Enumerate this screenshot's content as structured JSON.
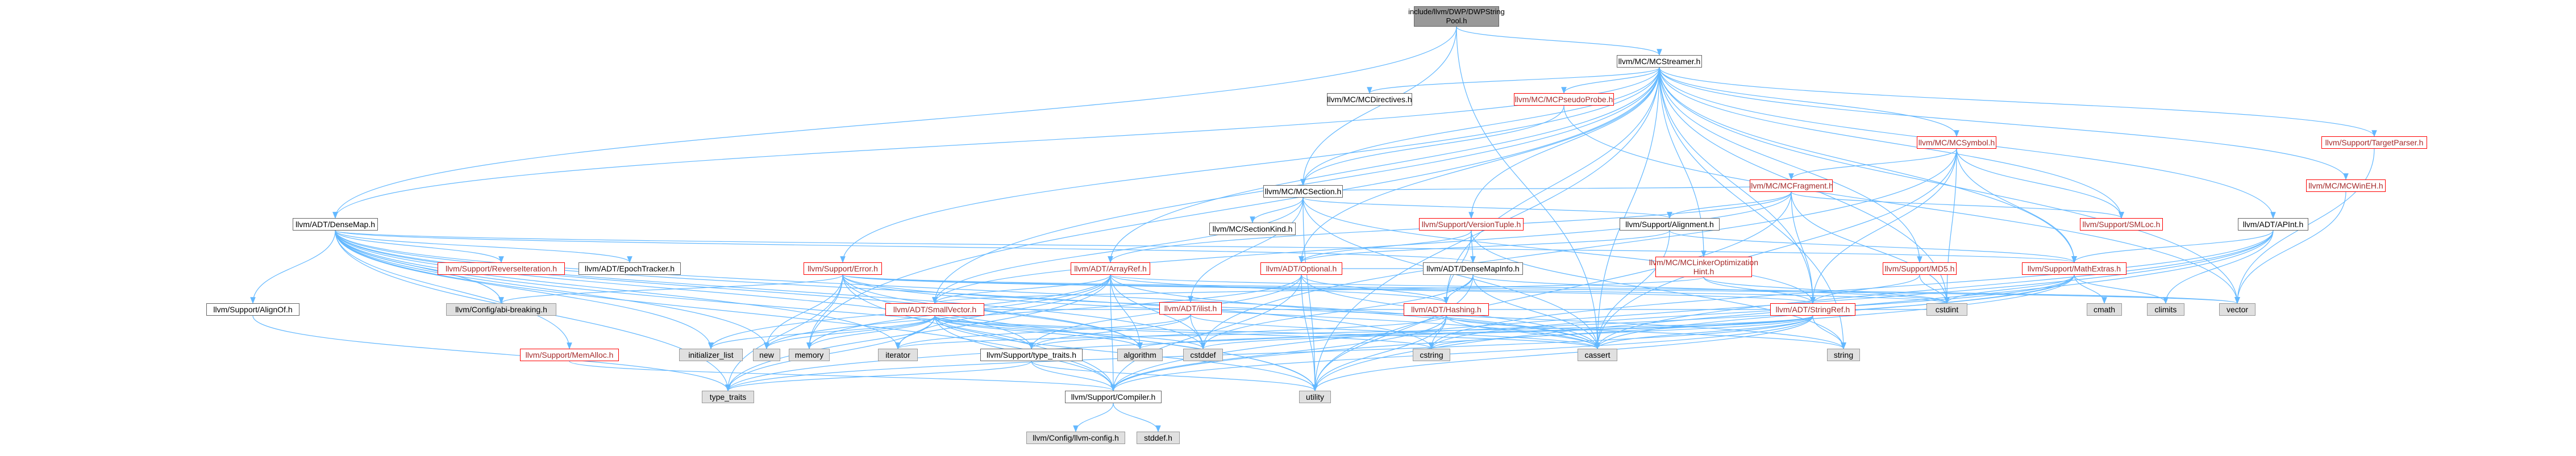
{
  "colors": {
    "edge": "#63b8ff",
    "edge_gray": "#999999",
    "box_border": "#666666",
    "red_border": "#ff0000",
    "red_text": "#a52a2a",
    "gray_fill": "#e0e0e0",
    "root_fill": "#999999"
  },
  "nodes": [
    {
      "id": "root",
      "label": "include/llvm/DWP/DWPString\nPool.h",
      "kind": "root"
    },
    {
      "id": "mcstreamer",
      "label": "llvm/MC/MCStreamer.h",
      "kind": "normal"
    },
    {
      "id": "densemap",
      "label": "llvm/ADT/DenseMap.h",
      "kind": "normal"
    },
    {
      "id": "mcsection",
      "label": "llvm/MC/MCSection.h",
      "kind": "normal"
    },
    {
      "id": "mcdirectives",
      "label": "llvm/MC/MCDirectives.h",
      "kind": "normal"
    },
    {
      "id": "mcpseudoprobe",
      "label": "llvm/MC/MCPseudoProbe.h",
      "kind": "red"
    },
    {
      "id": "mcsymbol",
      "label": "llvm/MC/MCSymbol.h",
      "kind": "red"
    },
    {
      "id": "targetparser",
      "label": "llvm/Support/TargetParser.h",
      "kind": "red"
    },
    {
      "id": "mcwinEH",
      "label": "llvm/MC/MCWinEH.h",
      "kind": "red"
    },
    {
      "id": "apint",
      "label": "llvm/ADT/APInt.h",
      "kind": "normal"
    },
    {
      "id": "sectionkind",
      "label": "llvm/MC/SectionKind.h",
      "kind": "normal"
    },
    {
      "id": "mcfragment",
      "label": "llvm/MC/MCFragment.h",
      "kind": "red"
    },
    {
      "id": "smloc",
      "label": "llvm/Support/SMLoc.h",
      "kind": "red"
    },
    {
      "id": "reverseiter",
      "label": "llvm/Support/ReverseIteration.h",
      "kind": "red"
    },
    {
      "id": "epochtracker",
      "label": "llvm/ADT/EpochTracker.h",
      "kind": "normal"
    },
    {
      "id": "versiontuple",
      "label": "llvm/Support/VersionTuple.h",
      "kind": "red"
    },
    {
      "id": "alignment",
      "label": "llvm/Support/Alignment.h",
      "kind": "normal"
    },
    {
      "id": "densemapinfo",
      "label": "llvm/ADT/DenseMapInfo.h",
      "kind": "normal"
    },
    {
      "id": "mclinker",
      "label": "llvm/MC/MCLinkerOptimization\nHint.h",
      "kind": "red"
    },
    {
      "id": "md5",
      "label": "llvm/Support/MD5.h",
      "kind": "red"
    },
    {
      "id": "mathextras",
      "label": "llvm/Support/MathExtras.h",
      "kind": "red"
    },
    {
      "id": "error",
      "label": "llvm/Support/Error.h",
      "kind": "red"
    },
    {
      "id": "arrayref",
      "label": "llvm/ADT/ArrayRef.h",
      "kind": "red"
    },
    {
      "id": "optional",
      "label": "llvm/ADT/Optional.h",
      "kind": "red"
    },
    {
      "id": "ilist",
      "label": "llvm/ADT/ilist.h",
      "kind": "red"
    },
    {
      "id": "alignof",
      "label": "llvm/Support/AlignOf.h",
      "kind": "normal"
    },
    {
      "id": "configbreak",
      "label": "llvm/Config/abi-breaking.h",
      "kind": "gray"
    },
    {
      "id": "smallvector",
      "label": "llvm/ADT/SmallVector.h",
      "kind": "red"
    },
    {
      "id": "hashing",
      "label": "llvm/ADT/Hashing.h",
      "kind": "red"
    },
    {
      "id": "stringref",
      "label": "llvm/ADT/StringRef.h",
      "kind": "red"
    },
    {
      "id": "memalloc",
      "label": "llvm/Support/MemAlloc.h",
      "kind": "red"
    },
    {
      "id": "typetraits",
      "label": "llvm/Support/type_traits.h",
      "kind": "normal"
    },
    {
      "id": "compiler",
      "label": "llvm/Support/Compiler.h",
      "kind": "normal"
    },
    {
      "id": "llvmconfig",
      "label": "llvm/Config/llvm-config.h",
      "kind": "gray"
    },
    {
      "id": "stddef",
      "label": "stddef.h",
      "kind": "gray"
    },
    {
      "id": "cstdint",
      "label": "cstdint",
      "kind": "gray"
    },
    {
      "id": "climits",
      "label": "climits",
      "kind": "gray"
    },
    {
      "id": "cmath",
      "label": "cmath",
      "kind": "gray"
    },
    {
      "id": "vector",
      "label": "vector",
      "kind": "gray"
    },
    {
      "id": "initlist",
      "label": "initializer_list",
      "kind": "gray"
    },
    {
      "id": "new",
      "label": "new",
      "kind": "gray"
    },
    {
      "id": "memory",
      "label": "memory",
      "kind": "gray"
    },
    {
      "id": "iterator",
      "label": "iterator",
      "kind": "gray"
    },
    {
      "id": "algorithm",
      "label": "algorithm",
      "kind": "gray"
    },
    {
      "id": "cstddef",
      "label": "cstddef",
      "kind": "gray"
    },
    {
      "id": "cstring",
      "label": "cstring",
      "kind": "gray"
    },
    {
      "id": "cassert",
      "label": "cassert",
      "kind": "gray"
    },
    {
      "id": "string",
      "label": "string",
      "kind": "gray"
    },
    {
      "id": "typetraitsstd",
      "label": "type_traits",
      "kind": "gray"
    },
    {
      "id": "utility",
      "label": "utility",
      "kind": "gray"
    }
  ],
  "edges": [
    [
      "root",
      "mcstreamer"
    ],
    [
      "root",
      "densemap"
    ],
    [
      "root",
      "mcsection"
    ],
    [
      "root",
      "cassert"
    ],
    [
      "mcstreamer",
      "densemap"
    ],
    [
      "mcstreamer",
      "mcsection"
    ],
    [
      "mcstreamer",
      "mcdirectives"
    ],
    [
      "mcstreamer",
      "mcpseudoprobe"
    ],
    [
      "mcstreamer",
      "mcsymbol"
    ],
    [
      "mcstreamer",
      "targetparser"
    ],
    [
      "mcstreamer",
      "mcwinEH"
    ],
    [
      "mcstreamer",
      "apint"
    ],
    [
      "mcstreamer",
      "versiontuple"
    ],
    [
      "mcstreamer",
      "mclinker"
    ],
    [
      "mcstreamer",
      "md5"
    ],
    [
      "mcstreamer",
      "smloc"
    ],
    [
      "mcstreamer",
      "error"
    ],
    [
      "mcstreamer",
      "arrayref"
    ],
    [
      "mcstreamer",
      "optional"
    ],
    [
      "mcstreamer",
      "smallvector"
    ],
    [
      "mcstreamer",
      "stringref"
    ],
    [
      "mcstreamer",
      "mathextras"
    ],
    [
      "mcstreamer",
      "cassert"
    ],
    [
      "mcstreamer",
      "cstdint"
    ],
    [
      "mcstreamer",
      "memory"
    ],
    [
      "mcstreamer",
      "string"
    ],
    [
      "mcstreamer",
      "utility"
    ],
    [
      "mcstreamer",
      "vector"
    ],
    [
      "mcstreamer",
      "hashing"
    ],
    [
      "densemap",
      "reverseiter"
    ],
    [
      "densemap",
      "epochtracker"
    ],
    [
      "densemap",
      "densemapinfo"
    ],
    [
      "densemap",
      "alignof"
    ],
    [
      "densemap",
      "compiler"
    ],
    [
      "densemap",
      "mathextras"
    ],
    [
      "densemap",
      "memalloc"
    ],
    [
      "densemap",
      "typetraits"
    ],
    [
      "densemap",
      "algorithm"
    ],
    [
      "densemap",
      "cassert"
    ],
    [
      "densemap",
      "cstddef"
    ],
    [
      "densemap",
      "cstring"
    ],
    [
      "densemap",
      "initlist"
    ],
    [
      "densemap",
      "iterator"
    ],
    [
      "densemap",
      "new"
    ],
    [
      "densemap",
      "typetraitsstd"
    ],
    [
      "densemap",
      "utility"
    ],
    [
      "densemap",
      "configbreak"
    ],
    [
      "mcsection",
      "sectionkind"
    ],
    [
      "mcsection",
      "mcfragment"
    ],
    [
      "mcsection",
      "alignment"
    ],
    [
      "mcsection",
      "ilist"
    ],
    [
      "mcsection",
      "smallvector"
    ],
    [
      "mcsection",
      "stringref"
    ],
    [
      "mcsection",
      "cassert"
    ],
    [
      "mcsection",
      "utility"
    ],
    [
      "mcpseudoprobe",
      "mcsection"
    ],
    [
      "mcpseudoprobe",
      "vector"
    ],
    [
      "mcsymbol",
      "mcfragment"
    ],
    [
      "mcsymbol",
      "stringref"
    ],
    [
      "mcsymbol",
      "mathextras"
    ],
    [
      "mcsymbol",
      "smloc"
    ],
    [
      "mcsymbol",
      "cassert"
    ],
    [
      "mcsymbol",
      "cstddef"
    ],
    [
      "mcsymbol",
      "cstdint"
    ],
    [
      "targetparser",
      "vector"
    ],
    [
      "mcwinEH",
      "vector"
    ],
    [
      "apint",
      "mathextras"
    ],
    [
      "apint",
      "cassert"
    ],
    [
      "apint",
      "climits"
    ],
    [
      "apint",
      "cstring"
    ],
    [
      "apint",
      "utility"
    ],
    [
      "apint",
      "compiler"
    ],
    [
      "mcfragment",
      "alignment"
    ],
    [
      "mcfragment",
      "smloc"
    ],
    [
      "mcfragment",
      "arrayref"
    ],
    [
      "mcfragment",
      "smallvector"
    ],
    [
      "mcfragment",
      "stringref"
    ],
    [
      "mcfragment",
      "cstdint"
    ],
    [
      "mcfragment",
      "utility"
    ],
    [
      "versiontuple",
      "optional"
    ],
    [
      "versiontuple",
      "densemapinfo"
    ],
    [
      "versiontuple",
      "hashing"
    ],
    [
      "versiontuple",
      "string"
    ],
    [
      "alignment",
      "mathextras"
    ],
    [
      "alignment",
      "cassert"
    ],
    [
      "alignment",
      "optional"
    ],
    [
      "densemapinfo",
      "hashing"
    ],
    [
      "densemapinfo",
      "cassert"
    ],
    [
      "densemapinfo",
      "cstddef"
    ],
    [
      "densemapinfo",
      "cstdint"
    ],
    [
      "densemapinfo",
      "utility"
    ],
    [
      "mclinker",
      "smallvector"
    ],
    [
      "mclinker",
      "stringref"
    ],
    [
      "mclinker",
      "cstdint"
    ],
    [
      "md5",
      "stringref"
    ],
    [
      "md5",
      "cstdint"
    ],
    [
      "mathextras",
      "compiler"
    ],
    [
      "mathextras",
      "cassert"
    ],
    [
      "mathextras",
      "climits"
    ],
    [
      "mathextras",
      "cmath"
    ],
    [
      "mathextras",
      "cstdint"
    ],
    [
      "mathextras",
      "cstring"
    ],
    [
      "mathextras",
      "limits"
    ],
    [
      "mathextras",
      "typetraitsstd"
    ],
    [
      "error",
      "configbreak"
    ],
    [
      "error",
      "stringref"
    ],
    [
      "error",
      "compiler"
    ],
    [
      "error",
      "algorithm"
    ],
    [
      "error",
      "cassert"
    ],
    [
      "error",
      "cstdint"
    ],
    [
      "error",
      "memory"
    ],
    [
      "error",
      "new"
    ],
    [
      "error",
      "string"
    ],
    [
      "error",
      "utility"
    ],
    [
      "error",
      "vector"
    ],
    [
      "error",
      "typetraitsstd"
    ],
    [
      "arrayref",
      "hashing"
    ],
    [
      "arrayref",
      "smallvector"
    ],
    [
      "arrayref",
      "compiler"
    ],
    [
      "arrayref",
      "algorithm"
    ],
    [
      "arrayref",
      "cassert"
    ],
    [
      "arrayref",
      "cstddef"
    ],
    [
      "arrayref",
      "initlist"
    ],
    [
      "arrayref",
      "iterator"
    ],
    [
      "arrayref",
      "memory"
    ],
    [
      "arrayref",
      "typetraitsstd"
    ],
    [
      "arrayref",
      "vector"
    ],
    [
      "optional",
      "densemapinfo"
    ],
    [
      "optional",
      "hashing"
    ],
    [
      "optional",
      "compiler"
    ],
    [
      "optional",
      "typetraits"
    ],
    [
      "optional",
      "cassert"
    ],
    [
      "optional",
      "new"
    ],
    [
      "optional",
      "utility"
    ],
    [
      "ilist",
      "typetraits"
    ],
    [
      "ilist",
      "cassert"
    ],
    [
      "ilist",
      "cstddef"
    ],
    [
      "ilist",
      "iterator"
    ],
    [
      "alignof",
      "typetraitsstd"
    ],
    [
      "smallvector",
      "compiler"
    ],
    [
      "smallvector",
      "typetraits"
    ],
    [
      "smallvector",
      "algorithm"
    ],
    [
      "smallvector",
      "cassert"
    ],
    [
      "smallvector",
      "cstddef"
    ],
    [
      "smallvector",
      "cstring"
    ],
    [
      "smallvector",
      "initlist"
    ],
    [
      "smallvector",
      "iterator"
    ],
    [
      "smallvector",
      "memory"
    ],
    [
      "smallvector",
      "new"
    ],
    [
      "smallvector",
      "typetraitsstd"
    ],
    [
      "smallvector",
      "utility"
    ],
    [
      "smallvector",
      "cstdint"
    ],
    [
      "hashing",
      "compiler"
    ],
    [
      "hashing",
      "typetraits"
    ],
    [
      "hashing",
      "cassert"
    ],
    [
      "hashing",
      "cstring"
    ],
    [
      "hashing",
      "string"
    ],
    [
      "hashing",
      "utility"
    ],
    [
      "stringref",
      "compiler"
    ],
    [
      "stringref",
      "algorithm"
    ],
    [
      "stringref",
      "cassert"
    ],
    [
      "stringref",
      "cstddef"
    ],
    [
      "stringref",
      "cstring"
    ],
    [
      "stringref",
      "iterator"
    ],
    [
      "stringref",
      "string"
    ],
    [
      "stringref",
      "typetraitsstd"
    ],
    [
      "stringref",
      "utility"
    ],
    [
      "memalloc",
      "compiler"
    ],
    [
      "typetraits",
      "compiler"
    ],
    [
      "typetraits",
      "typetraitsstd"
    ],
    [
      "typetraits",
      "utility"
    ],
    [
      "compiler",
      "llvmconfig"
    ],
    [
      "compiler",
      "stddef"
    ]
  ]
}
